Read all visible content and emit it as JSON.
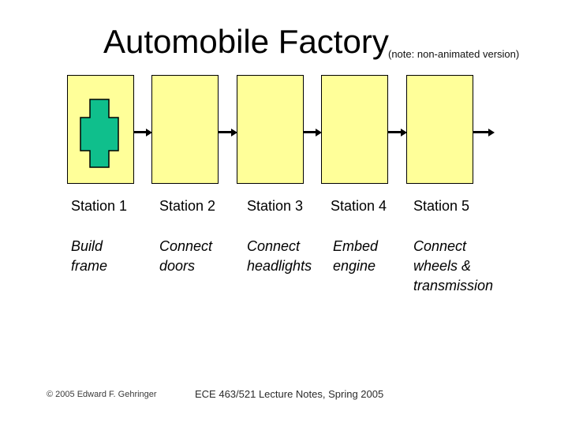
{
  "title": {
    "text": "Automobile Factory",
    "note": "(note: non-animated version)"
  },
  "stations": [
    {
      "label": "Station 1",
      "task": "Build frame"
    },
    {
      "label": "Station 2",
      "task": "Connect doors"
    },
    {
      "label": "Station 3",
      "task": "Connect headlights"
    },
    {
      "label": "Station 4",
      "task": "Embed engine"
    },
    {
      "label": "Station 5",
      "task": "Connect wheels & transmission"
    }
  ],
  "footer": {
    "copyright": "© 2005 Edward F. Gehringer",
    "course": "ECE 463/521 Lecture Notes, Spring 2005"
  },
  "colors": {
    "background": "#FFFFFF",
    "station_box_fill": "#FFFF99",
    "station_box_border": "#000000",
    "car_frame_fill": "#0FBF8C",
    "arrow": "#000000",
    "text": "#000000"
  }
}
